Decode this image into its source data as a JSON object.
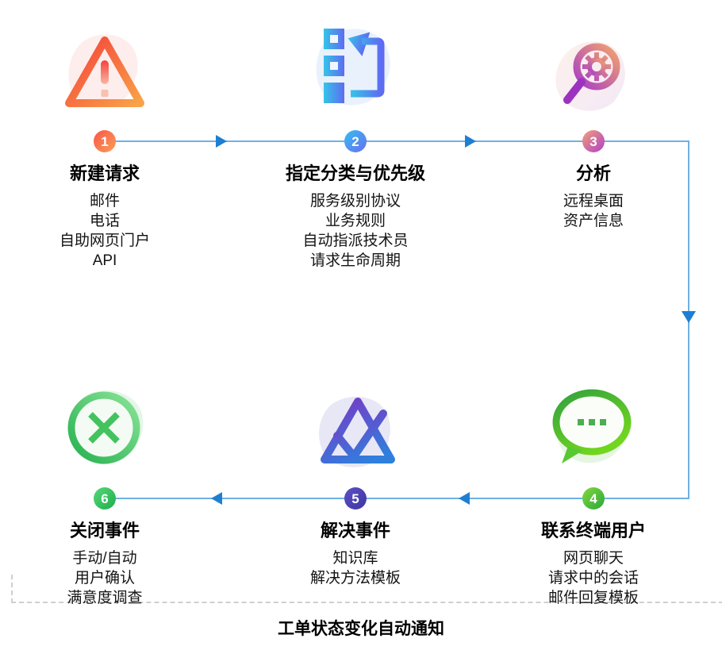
{
  "steps": [
    {
      "number": "1",
      "icon": "alert-triangle-icon",
      "title": "新建请求",
      "items": [
        "邮件",
        "电话",
        "自助网页门户",
        "API"
      ]
    },
    {
      "number": "2",
      "icon": "priority-list-icon",
      "title": "指定分类与优先级",
      "items": [
        "服务级别协议",
        "业务规则",
        "自动指派技术员",
        "请求生命周期"
      ]
    },
    {
      "number": "3",
      "icon": "magnifier-gear-icon",
      "title": "分析",
      "items": [
        "远程桌面",
        "资产信息"
      ]
    },
    {
      "number": "4",
      "icon": "chat-bubble-icon",
      "title": "联系终端用户",
      "items": [
        "网页聊天",
        "请求中的会话",
        "邮件回复模板"
      ]
    },
    {
      "number": "5",
      "icon": "triangle-check-icon",
      "title": "解决事件",
      "items": [
        "知识库",
        "解决方法模板"
      ]
    },
    {
      "number": "6",
      "icon": "close-circle-icon",
      "title": "关闭事件",
      "items": [
        "手动/自动",
        "用户确认",
        "满意度调查"
      ]
    }
  ],
  "footer": {
    "label": "工单状态变化自动通知"
  },
  "colors": {
    "connector_line": "#6fb0e4",
    "arrow": "#1e7fd2",
    "dashed_line": "#cfcfcf",
    "step1_accent": "#f4503f",
    "step2_accent": "#38b6f0",
    "step3_accent": "#b94fc9",
    "step4_accent": "#4cc12e",
    "step5_accent": "#4a3fb0",
    "step6_accent": "#2fc05e"
  }
}
